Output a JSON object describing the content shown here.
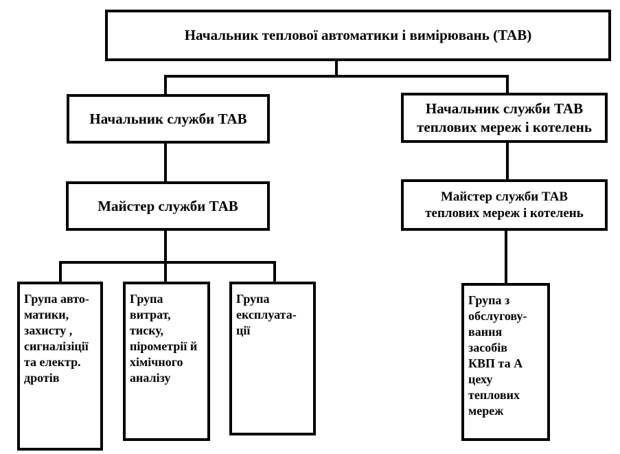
{
  "chart": {
    "top": "Начальник теплової автоматики і вимірювань (ТАВ)",
    "left_head": "Начальник служби ТАВ",
    "right_head": "Начальник служби ТАВ\nтеплових мереж і котелень",
    "left_master": "Майстер служби ТАВ",
    "right_master": "Майстер служби ТАВ\nтеплових мереж і котелень",
    "groups": [
      "Група авто-\nматики,\nзахисту ,\nсигналізіції\nта електр.\nдротів",
      "Група\nвитрат,\nтиску,\nпірометрії й\nхімічного\nаналізу",
      "Група\nексплуата-\nції",
      "Група з\nобслугову-\nвання\nзасобів\nКВП та А\nцеху\nтеплових\nмереж"
    ]
  }
}
